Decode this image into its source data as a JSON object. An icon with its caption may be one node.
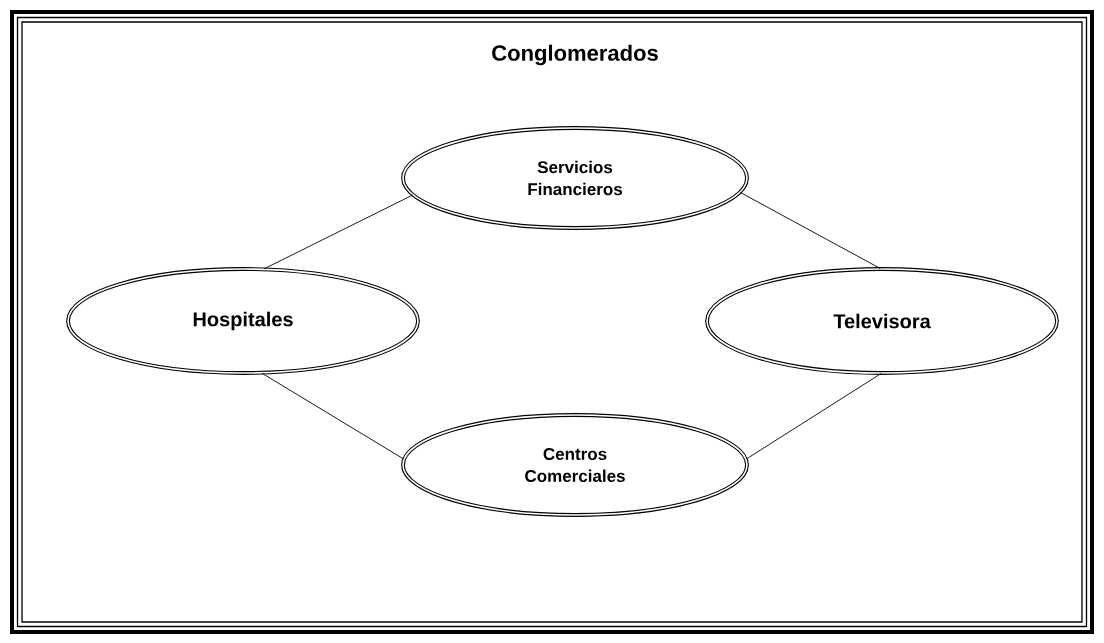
{
  "diagram": {
    "title": "Conglomerados",
    "nodes": [
      {
        "text": [
          "Servicios Financieros"
        ]
      },
      {
        "text": [
          "Hospitales"
        ]
      },
      {
        "text": [
          "Televisora"
        ]
      },
      {
        "text": [
          "Centros Comerciales"
        ]
      }
    ],
    "edges": [
      {
        "from": 1,
        "to": 0,
        "arrow": "none"
      },
      {
        "from": 0,
        "to": 2,
        "arrow": "none"
      },
      {
        "from": 1,
        "to": 3,
        "arrow": "none"
      },
      {
        "from": 3,
        "to": 2,
        "arrow": "none"
      }
    ]
  }
}
